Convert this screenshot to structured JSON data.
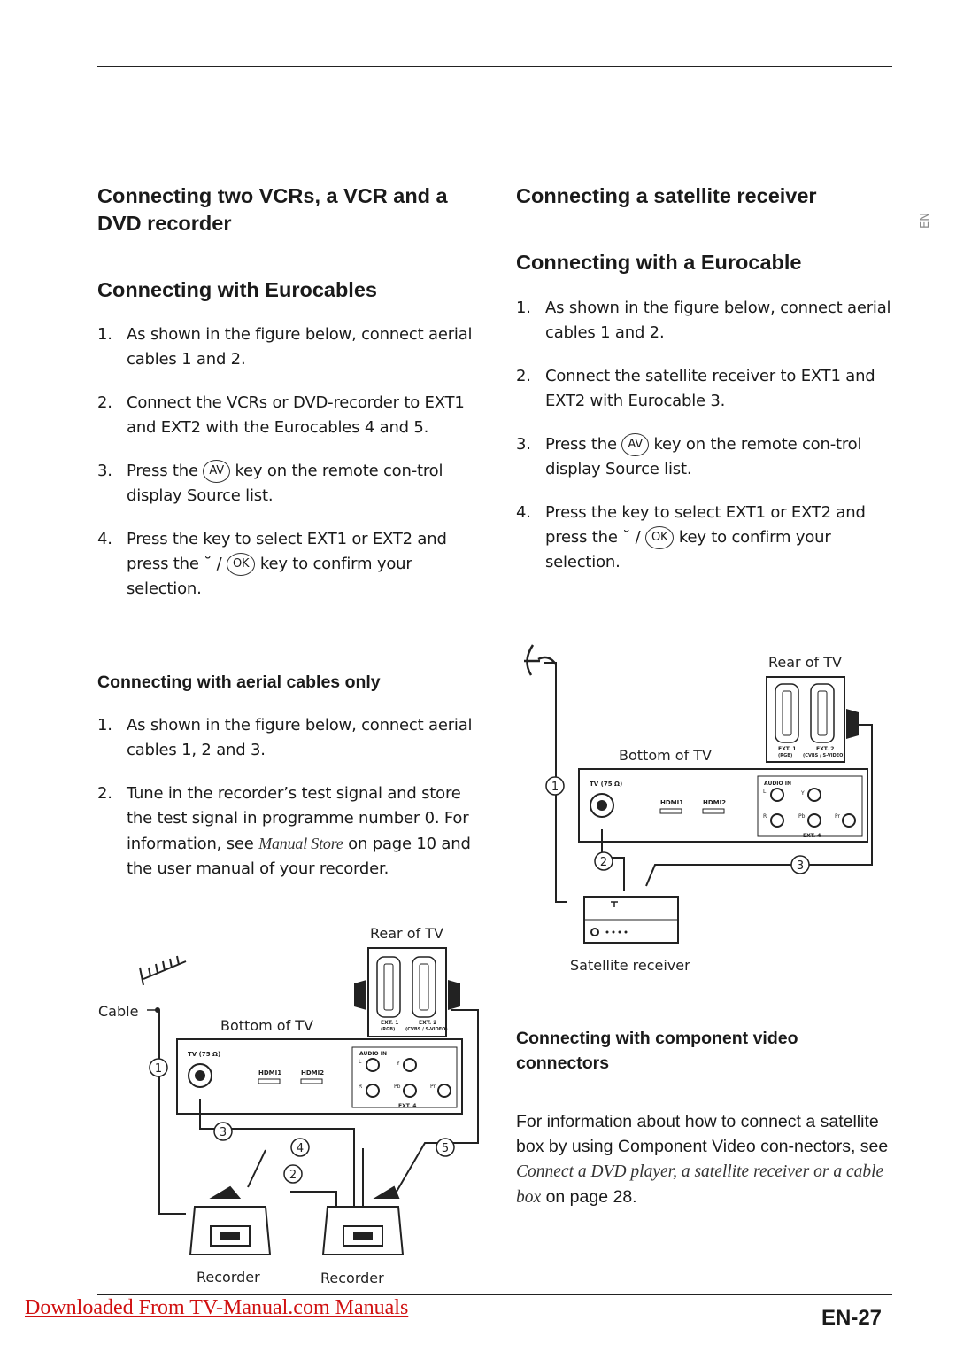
{
  "left": {
    "heading": "Connecting two VCRs, a VCR and a DVD recorder",
    "subheading": "Connecting with Eurocables",
    "steps": [
      {
        "num": "1.",
        "text": "As shown in the figure below, connect aerial cables 1 and  2."
      },
      {
        "num": "2.",
        "text": "Connect the VCRs or DVD-recorder to EXT1 and EXT2 with the Eurocables 4 and 5."
      },
      {
        "num": "3.",
        "pre": "Press the",
        "key": "AV",
        "post": "key on the remote con-trol display Source list."
      },
      {
        "num": "4.",
        "pre": "Press the     key to select EXT1 or EXT2 and press the ˘  /",
        "key": "OK",
        "post": "key to confirm your selection."
      }
    ],
    "aerial_heading": "Connecting with aerial cables only",
    "aerial_steps": [
      {
        "num": "1.",
        "text": "As shown in the figure below, connect aerial cables 1, 2 and 3."
      },
      {
        "num": "2.",
        "pre": "Tune in the recorder’s test signal and store the test signal in programme number 0.  For information, see",
        "italic": "Manual Store",
        "post": "on page 10 and the  user manual of your recorder."
      }
    ],
    "diagram": {
      "rear_label": "Rear of TV",
      "bottom_label": "Bottom of TV",
      "cable_label": "Cable",
      "recorder1": "Recorder",
      "recorder2": "Recorder",
      "callouts": [
        "1",
        "2",
        "3",
        "4",
        "5"
      ]
    }
  },
  "right": {
    "heading": "Connecting a satellite receiver",
    "subheading": "Connecting  with a Eurocable",
    "steps": [
      {
        "num": "1.",
        "text": "As shown in the figure below, connect aerial cables 1 and  2."
      },
      {
        "num": "2.",
        "text": "Connect the satellite receiver to EXT1 and EXT2 with Eurocable 3."
      },
      {
        "num": "3.",
        "pre": "Press the",
        "key": "AV",
        "post": "key on the remote con-trol display Source list."
      },
      {
        "num": "4.",
        "pre": "Press the     key to select EXT1 or EXT2 and press the ˘  /",
        "key": "OK",
        "post": "key to confirm your selection."
      }
    ],
    "diagram": {
      "rear_label": "Rear of TV",
      "bottom_label": "Bottom of TV",
      "satellite_label": "Satellite receiver",
      "callouts": [
        "1",
        "2",
        "3"
      ]
    },
    "component_heading": "Connecting with  component video connectors",
    "component_pre": "For information about how to connect a satellite box by using Component Video con-nectors, see",
    "component_italic": "Connect a DVD player, a satellite receiver or a cable box",
    "component_post": "on page 28."
  },
  "panel": {
    "tv_label": "TV (75 Ω)",
    "hdmi1": "HDMI1",
    "hdmi2": "HDMI2",
    "audio_in": "AUDIO IN",
    "l": "L",
    "r": "R",
    "y": "Y",
    "pb": "Pb",
    "pr": "Pr",
    "ext4": "EXT. 4",
    "ext1": "EXT. 1",
    "ext1_sub": "(RGB)",
    "ext2": "EXT. 2",
    "ext2_sub": "(CVBS / S-VIDEO)"
  },
  "side_tab": "EN",
  "footer_link": "Downloaded From TV-Manual.com Manuals",
  "page_number": "EN-27"
}
